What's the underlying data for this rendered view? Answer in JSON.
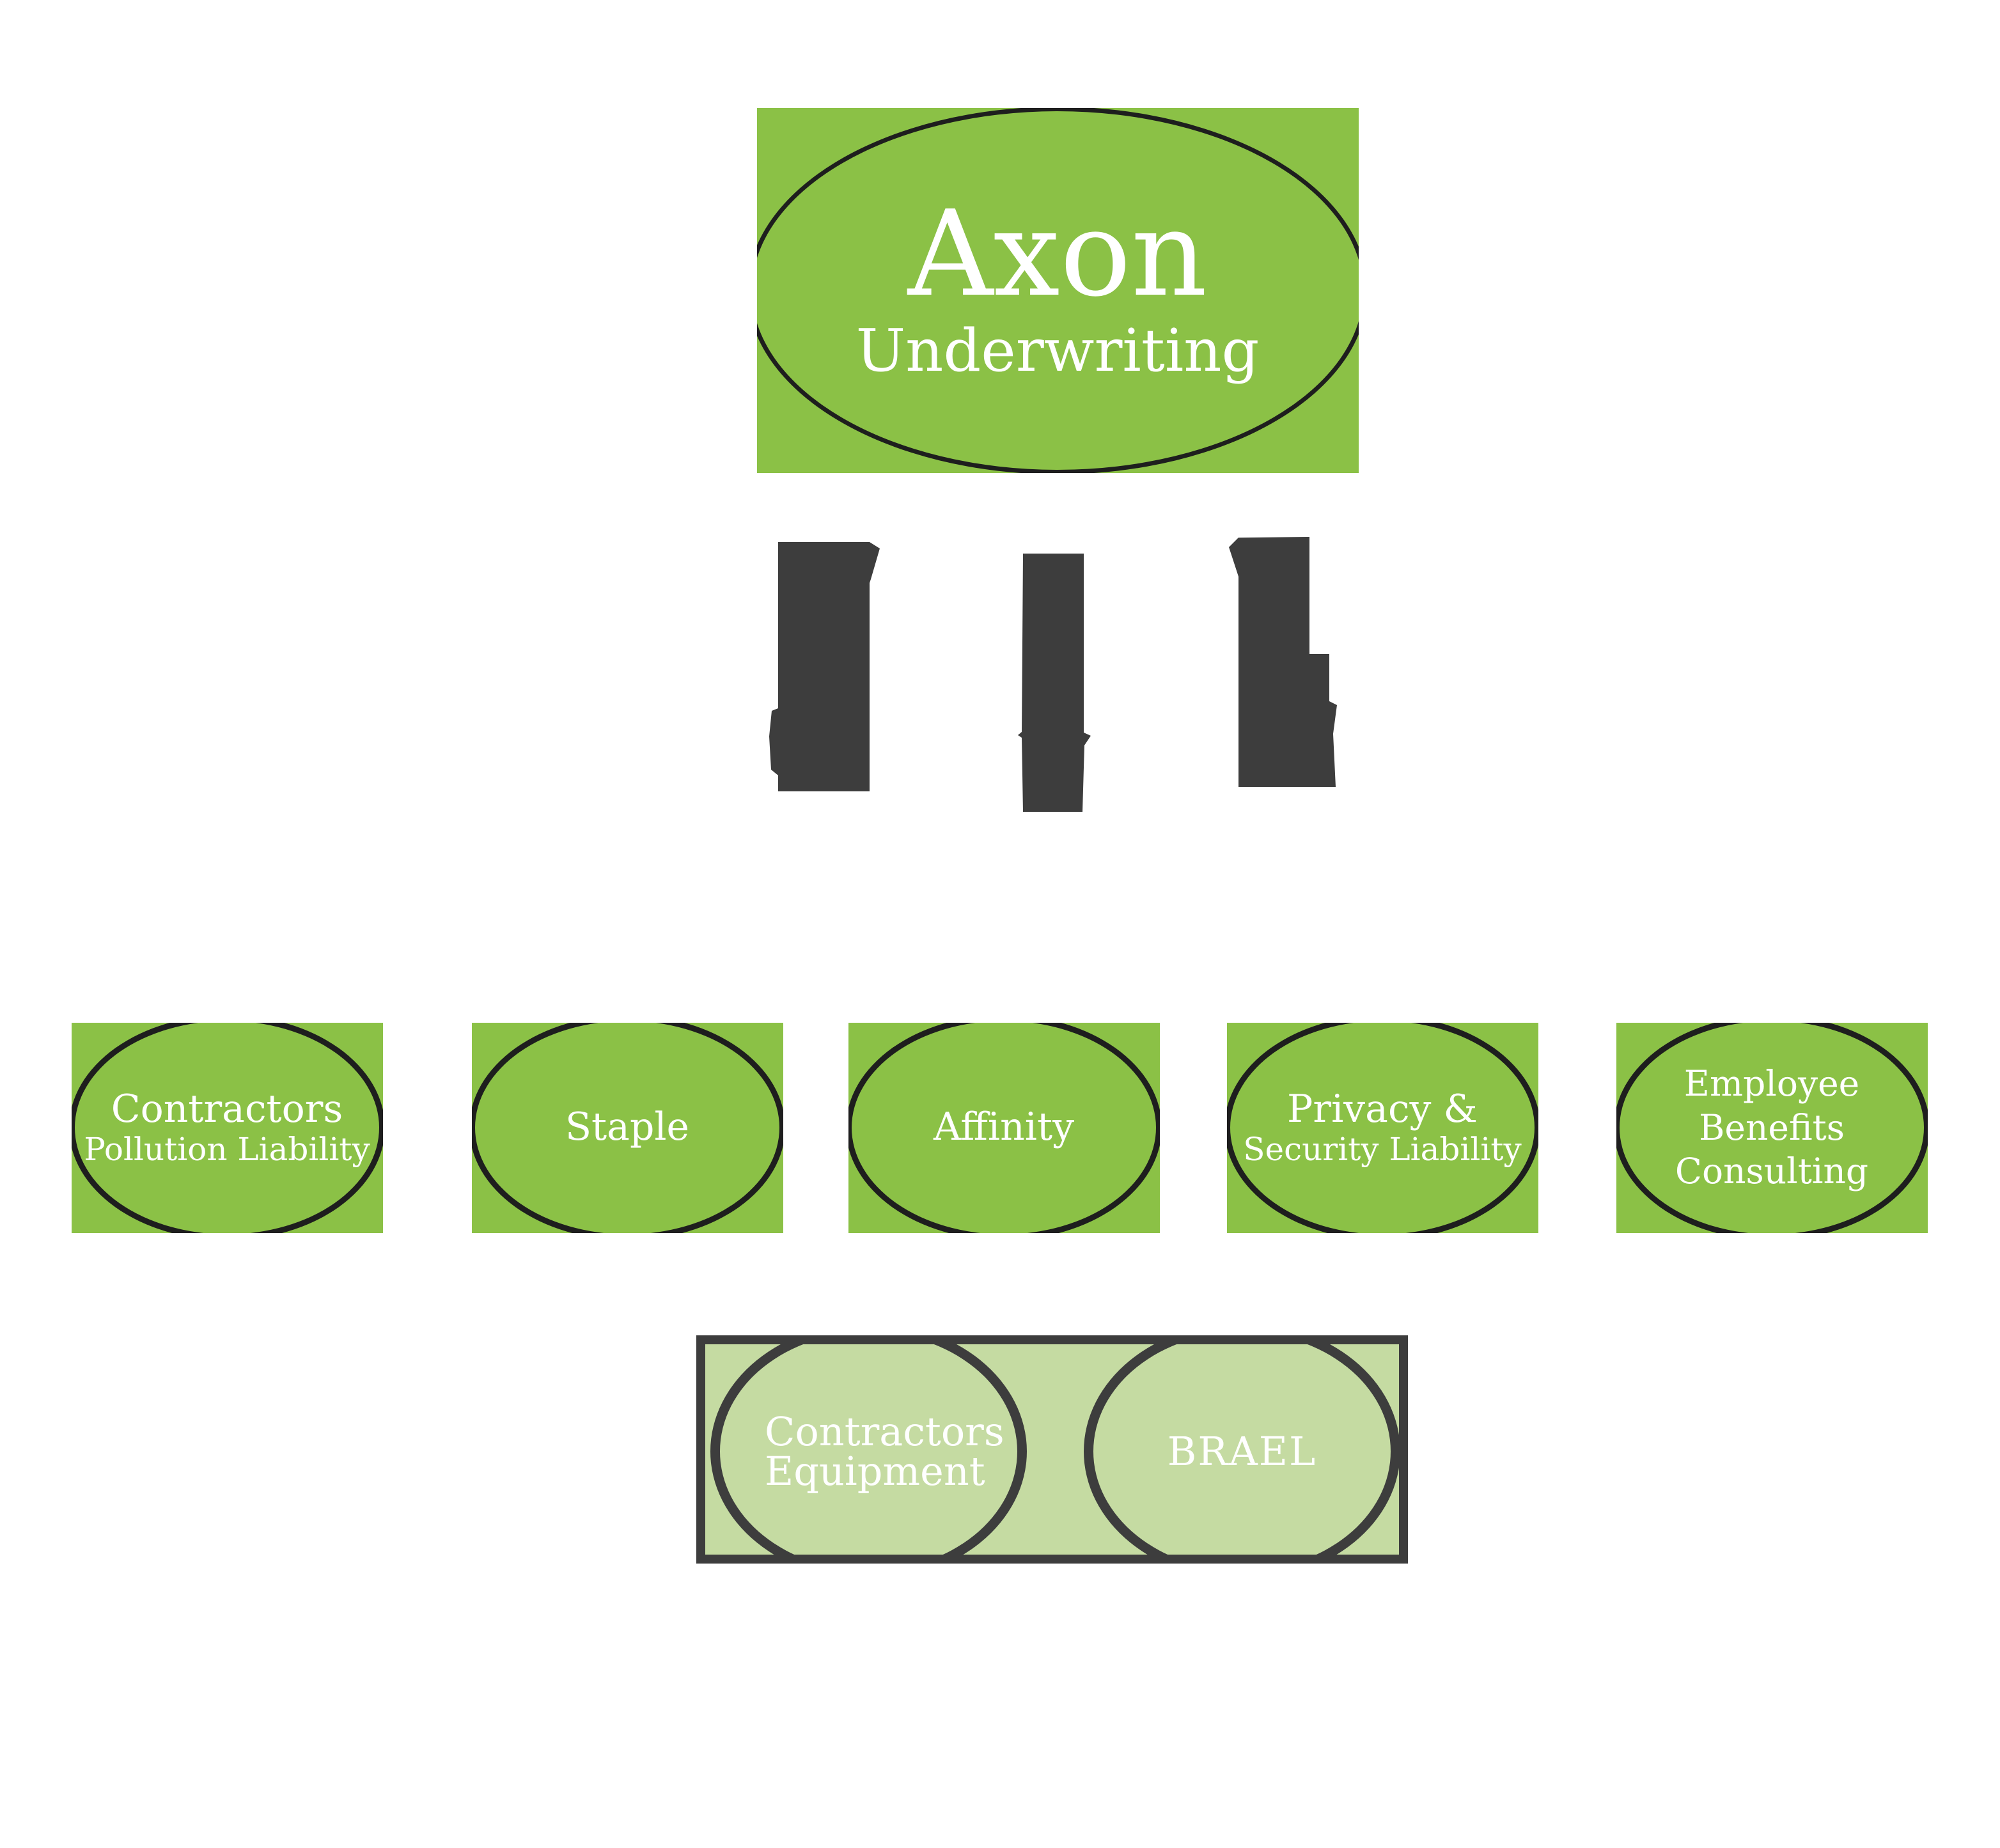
{
  "colors": {
    "primary_green": "#8bc146",
    "light_green": "#c5dba2",
    "connector_gray": "#3d3d3d",
    "ellipse_stroke_dark": "#1e1e1e",
    "text_white": "#ffffff",
    "background": "#ffffff"
  },
  "chart": {
    "type": "org-diagram",
    "root": {
      "lines": [
        "Axon",
        "Underwriting"
      ]
    },
    "connectors": [
      {
        "icon": "brush-arrow-down-icon"
      },
      {
        "icon": "brush-arrow-down-icon"
      },
      {
        "icon": "brush-arrow-down-icon"
      }
    ],
    "level2": [
      {
        "lines": [
          "Contractors",
          "Pollution Liability"
        ]
      },
      {
        "lines": [
          "Staple"
        ]
      },
      {
        "lines": [
          "Affinity"
        ]
      },
      {
        "lines": [
          "Privacy &",
          "Security Liability"
        ]
      },
      {
        "lines": [
          "Employee",
          "Benefits",
          "Consulting"
        ]
      }
    ],
    "level3_group": {
      "items": [
        {
          "lines": [
            "Contractors",
            "Equipment"
          ]
        },
        {
          "lines": [
            "BRAEL"
          ]
        }
      ]
    }
  }
}
